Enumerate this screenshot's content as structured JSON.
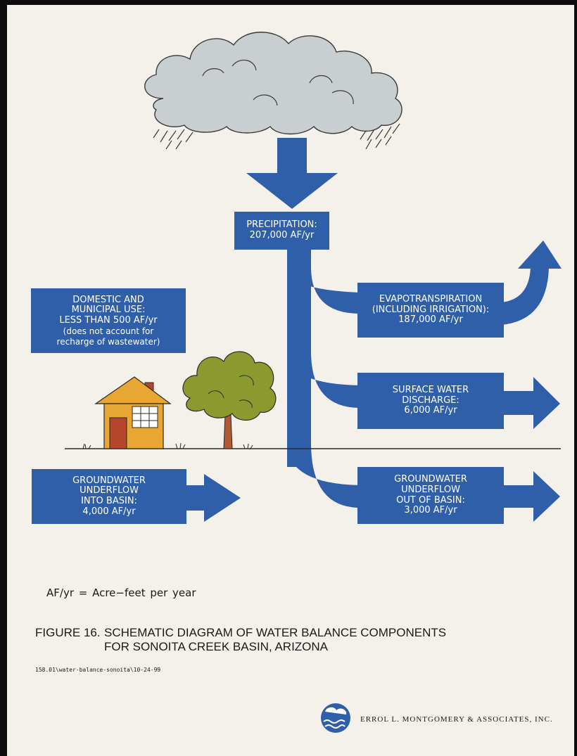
{
  "diagram": {
    "precipitation": {
      "label": "PRECIPITATION:",
      "value": "207,000 AF/yr"
    },
    "evapotranspiration": {
      "line1": "EVAPOTRANSPIRATION",
      "line2": "(INCLUDING IRRIGATION):",
      "value": "187,000 AF/yr"
    },
    "surface_water": {
      "line1": "SURFACE WATER",
      "line2": "DISCHARGE:",
      "value": "6,000 AF/yr"
    },
    "groundwater_out": {
      "line1": "GROUNDWATER",
      "line2": "UNDERFLOW",
      "line3": "OUT OF BASIN:",
      "value": "3,000 AF/yr"
    },
    "groundwater_in": {
      "line1": "GROUNDWATER",
      "line2": "UNDERFLOW",
      "line3": "INTO BASIN:",
      "value": "4,000 AF/yr"
    },
    "domestic": {
      "line1": "DOMESTIC AND",
      "line2": "MUNICIPAL USE:",
      "value": "LESS THAN 500 AF/yr",
      "note1": "(does not account for",
      "note2": "recharge of wastewater)"
    }
  },
  "legend": "AF/yr = Acre−feet per year",
  "caption": {
    "label": "FIGURE 16.",
    "line1": "SCHEMATIC DIAGRAM OF WATER BALANCE COMPONENTS",
    "line2": "FOR SONOITA CREEK BASIN, ARIZONA"
  },
  "file_ref": "158.01\\water-balance-sonoita\\10-24-99",
  "company": "ERROL L. MONTGOMERY & ASSOCIATES, INC.",
  "colors": {
    "flow_blue": "#2f5fa8",
    "cloud_gray": "#c9ced0",
    "house_wall": "#e8a632",
    "tree_foliage": "#8a9a2e",
    "tree_trunk": "#b05a34",
    "chimney": "#b5462c"
  },
  "icons": [
    "cloud-icon",
    "house-icon",
    "tree-icon",
    "company-logo-icon"
  ]
}
